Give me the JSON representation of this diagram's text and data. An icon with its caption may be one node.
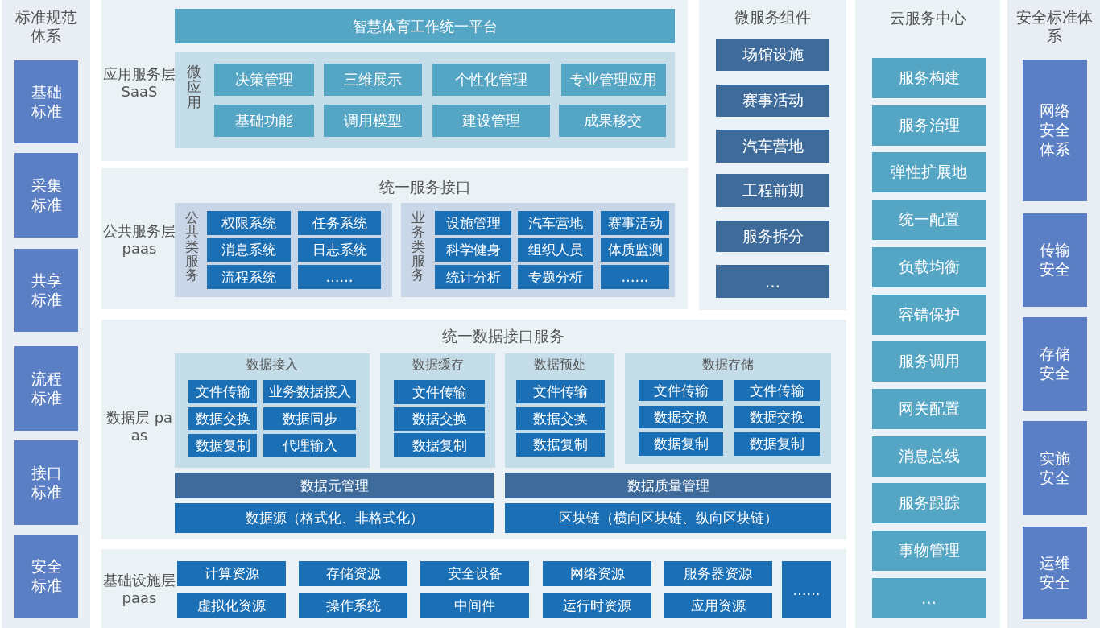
{
  "diagram": {
    "nodes": [
      {
        "text": [
          "标准规范体系"
        ]
      },
      {
        "text": [
          "基础标准"
        ],
        "in": 0
      },
      {
        "text": [
          "采集标准"
        ],
        "in": 0
      },
      {
        "text": [
          "共享标准"
        ],
        "in": 0
      },
      {
        "text": [
          "流程标准"
        ],
        "in": 0
      },
      {
        "text": [
          "接口标准"
        ],
        "in": 0
      },
      {
        "text": [
          "安全标准"
        ],
        "in": 0
      },
      {
        "text": [
          "应用服务层 SaaS"
        ]
      },
      {
        "text": [
          "智慧体育工作统一平台"
        ],
        "in": 7
      },
      {
        "text": [
          "微应用"
        ],
        "in": 7
      },
      {
        "text": [
          "决策管理"
        ],
        "in": 9
      },
      {
        "text": [
          "三维展示"
        ],
        "in": 9
      },
      {
        "text": [
          "个性化管理"
        ],
        "in": 9
      },
      {
        "text": [
          "专业管理应用"
        ],
        "in": 9
      },
      {
        "text": [
          "基础功能"
        ],
        "in": 9
      },
      {
        "text": [
          "调用模型"
        ],
        "in": 9
      },
      {
        "text": [
          "建设管理"
        ],
        "in": 9
      },
      {
        "text": [
          "成果移交"
        ],
        "in": 9
      },
      {
        "text": [
          "公共服务层 paas",
          "统一服务接口"
        ]
      },
      {
        "text": [
          "公共类服务"
        ],
        "in": 18
      },
      {
        "text": [
          "权限系统"
        ],
        "in": 19
      },
      {
        "text": [
          "任务系统"
        ],
        "in": 19
      },
      {
        "text": [
          "消息系统"
        ],
        "in": 19
      },
      {
        "text": [
          "日志系统"
        ],
        "in": 19
      },
      {
        "text": [
          "流程系统"
        ],
        "in": 19
      },
      {
        "text": [
          "……"
        ],
        "in": 19
      },
      {
        "text": [
          "业务类服务"
        ],
        "in": 18
      },
      {
        "text": [
          "设施管理"
        ],
        "in": 26
      },
      {
        "text": [
          "汽车营地"
        ],
        "in": 26
      },
      {
        "text": [
          "赛事活动"
        ],
        "in": 26
      },
      {
        "text": [
          "科学健身"
        ],
        "in": 26
      },
      {
        "text": [
          "组织人员"
        ],
        "in": 26
      },
      {
        "text": [
          "体质监测"
        ],
        "in": 26
      },
      {
        "text": [
          "统计分析"
        ],
        "in": 26
      },
      {
        "text": [
          "专题分析"
        ],
        "in": 26
      },
      {
        "text": [
          "……"
        ],
        "in": 26
      },
      {
        "text": [
          "微服务组件"
        ]
      },
      {
        "text": [
          "场馆设施"
        ],
        "in": 36
      },
      {
        "text": [
          "赛事活动"
        ],
        "in": 36
      },
      {
        "text": [
          "汽车营地"
        ],
        "in": 36
      },
      {
        "text": [
          "工程前期"
        ],
        "in": 36
      },
      {
        "text": [
          "服务拆分"
        ],
        "in": 36
      },
      {
        "text": [
          "…"
        ],
        "in": 36
      },
      {
        "text": [
          "数据层 paas",
          "统一数据接口服务"
        ]
      },
      {
        "text": [
          "数据接入"
        ],
        "in": 43
      },
      {
        "text": [
          "文件传输"
        ],
        "in": 44
      },
      {
        "text": [
          "业务数据接入"
        ],
        "in": 44
      },
      {
        "text": [
          "数据交换"
        ],
        "in": 44
      },
      {
        "text": [
          "数据同步"
        ],
        "in": 44
      },
      {
        "text": [
          "数据复制"
        ],
        "in": 44
      },
      {
        "text": [
          "代理输入"
        ],
        "in": 44
      },
      {
        "text": [
          "数据缓存"
        ],
        "in": 43
      },
      {
        "text": [
          "文件传输"
        ],
        "in": 51
      },
      {
        "text": [
          "数据交换"
        ],
        "in": 51
      },
      {
        "text": [
          "数据复制"
        ],
        "in": 51
      },
      {
        "text": [
          "数据预处"
        ],
        "in": 43
      },
      {
        "text": [
          "文件传输"
        ],
        "in": 55
      },
      {
        "text": [
          "数据交换"
        ],
        "in": 55
      },
      {
        "text": [
          "数据复制"
        ],
        "in": 55
      },
      {
        "text": [
          "数据存储"
        ],
        "in": 43
      },
      {
        "text": [
          "文件传输"
        ],
        "in": 59
      },
      {
        "text": [
          "文件传输"
        ],
        "in": 59
      },
      {
        "text": [
          "数据交换"
        ],
        "in": 59
      },
      {
        "text": [
          "数据交换"
        ],
        "in": 59
      },
      {
        "text": [
          "数据复制"
        ],
        "in": 59
      },
      {
        "text": [
          "数据复制"
        ],
        "in": 59
      },
      {
        "text": [
          "数据元管理"
        ],
        "in": 43
      },
      {
        "text": [
          "数据质量管理"
        ],
        "in": 43
      },
      {
        "text": [
          "数据源（格式化、非格式化）"
        ],
        "in": 43
      },
      {
        "text": [
          "区块链（横向区块链、纵向区块链）"
        ],
        "in": 43
      },
      {
        "text": [
          "基础设施层 paas"
        ]
      },
      {
        "text": [
          "计算资源"
        ],
        "in": 70
      },
      {
        "text": [
          "存储资源"
        ],
        "in": 70
      },
      {
        "text": [
          "安全设备"
        ],
        "in": 70
      },
      {
        "text": [
          "网络资源"
        ],
        "in": 70
      },
      {
        "text": [
          "服务器资源"
        ],
        "in": 70
      },
      {
        "text": [
          "……"
        ],
        "in": 70
      },
      {
        "text": [
          "虚拟化资源"
        ],
        "in": 70
      },
      {
        "text": [
          "操作系统"
        ],
        "in": 70
      },
      {
        "text": [
          "中间件"
        ],
        "in": 70
      },
      {
        "text": [
          "运行时资源"
        ],
        "in": 70
      },
      {
        "text": [
          "应用资源"
        ],
        "in": 70
      },
      {
        "text": [
          "云服务中心"
        ]
      },
      {
        "text": [
          "服务构建"
        ],
        "in": 82
      },
      {
        "text": [
          "服务治理"
        ],
        "in": 82
      },
      {
        "text": [
          "弹性扩展地"
        ],
        "in": 82
      },
      {
        "text": [
          "统一配置"
        ],
        "in": 82
      },
      {
        "text": [
          "负载均衡"
        ],
        "in": 82
      },
      {
        "text": [
          "容错保护"
        ],
        "in": 82
      },
      {
        "text": [
          "服务调用"
        ],
        "in": 82
      },
      {
        "text": [
          "网关配置"
        ],
        "in": 82
      },
      {
        "text": [
          "消息总线"
        ],
        "in": 82
      },
      {
        "text": [
          "服务跟踪"
        ],
        "in": 82
      },
      {
        "text": [
          "事物管理"
        ],
        "in": 82
      },
      {
        "text": [
          "…"
        ],
        "in": 82
      },
      {
        "text": [
          "安全标准体系"
        ]
      },
      {
        "text": [
          "网络安全体系"
        ],
        "in": 95
      },
      {
        "text": [
          "传输安全"
        ],
        "in": 95
      },
      {
        "text": [
          "存储安全"
        ],
        "in": 95
      },
      {
        "text": [
          "实施安全"
        ],
        "in": 95
      },
      {
        "text": [
          "运维安全"
        ],
        "in": 95
      }
    ]
  }
}
